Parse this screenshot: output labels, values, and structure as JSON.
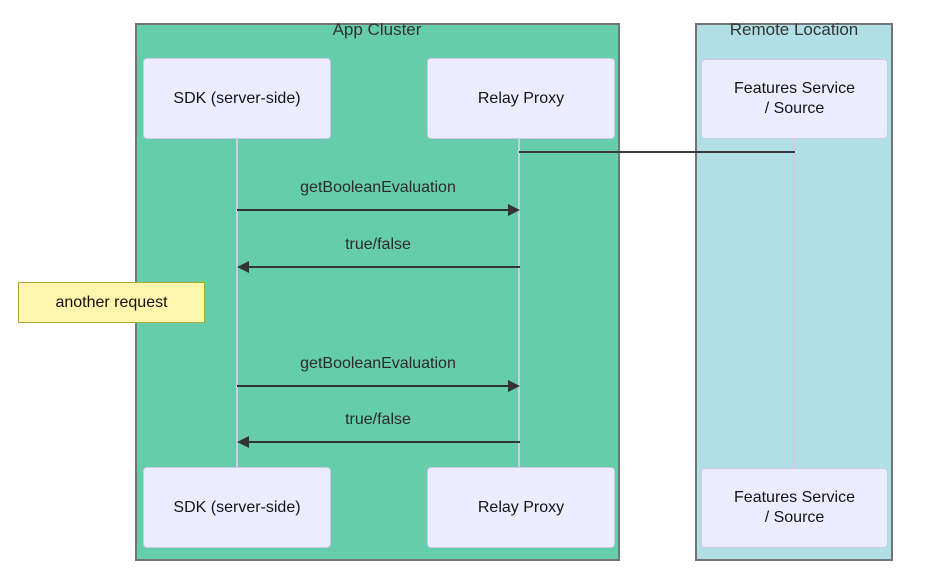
{
  "diagram_type": "sequence-diagram",
  "containers": {
    "app_cluster": {
      "label": "App Cluster",
      "fill": "#66CDAA",
      "border": "#757575"
    },
    "remote_location": {
      "label": "Remote Location",
      "fill": "#B0E0E6",
      "border": "#757575"
    }
  },
  "actors": {
    "sdk": {
      "label": "SDK (server-side)"
    },
    "relay": {
      "label": "Relay Proxy"
    },
    "features": {
      "label_line1": "Features Service",
      "label_line2": "/ Source"
    }
  },
  "messages": [
    {
      "label": "getBooleanEvaluation",
      "from": "SDK (server-side)",
      "to": "Relay Proxy",
      "direction": "right"
    },
    {
      "label": "true/false",
      "from": "Relay Proxy",
      "to": "SDK (server-side)",
      "direction": "left"
    },
    {
      "label": "getBooleanEvaluation",
      "from": "SDK (server-side)",
      "to": "Relay Proxy",
      "direction": "right"
    },
    {
      "label": "true/false",
      "from": "Relay Proxy",
      "to": "SDK (server-side)",
      "direction": "left"
    }
  ],
  "connector": {
    "from": "Relay Proxy",
    "to": "Features Service / Source",
    "label": ""
  },
  "note": {
    "label": "another request",
    "position": "left of SDK (server-side)"
  },
  "colors": {
    "actor_fill": "#ECECFF",
    "actor_border": "#CCC9E8",
    "note_fill": "#FFF5AD",
    "note_border": "#AAAA33",
    "arrow": "#343434",
    "lifeline": "#CFCBE6",
    "text": "#333333"
  }
}
